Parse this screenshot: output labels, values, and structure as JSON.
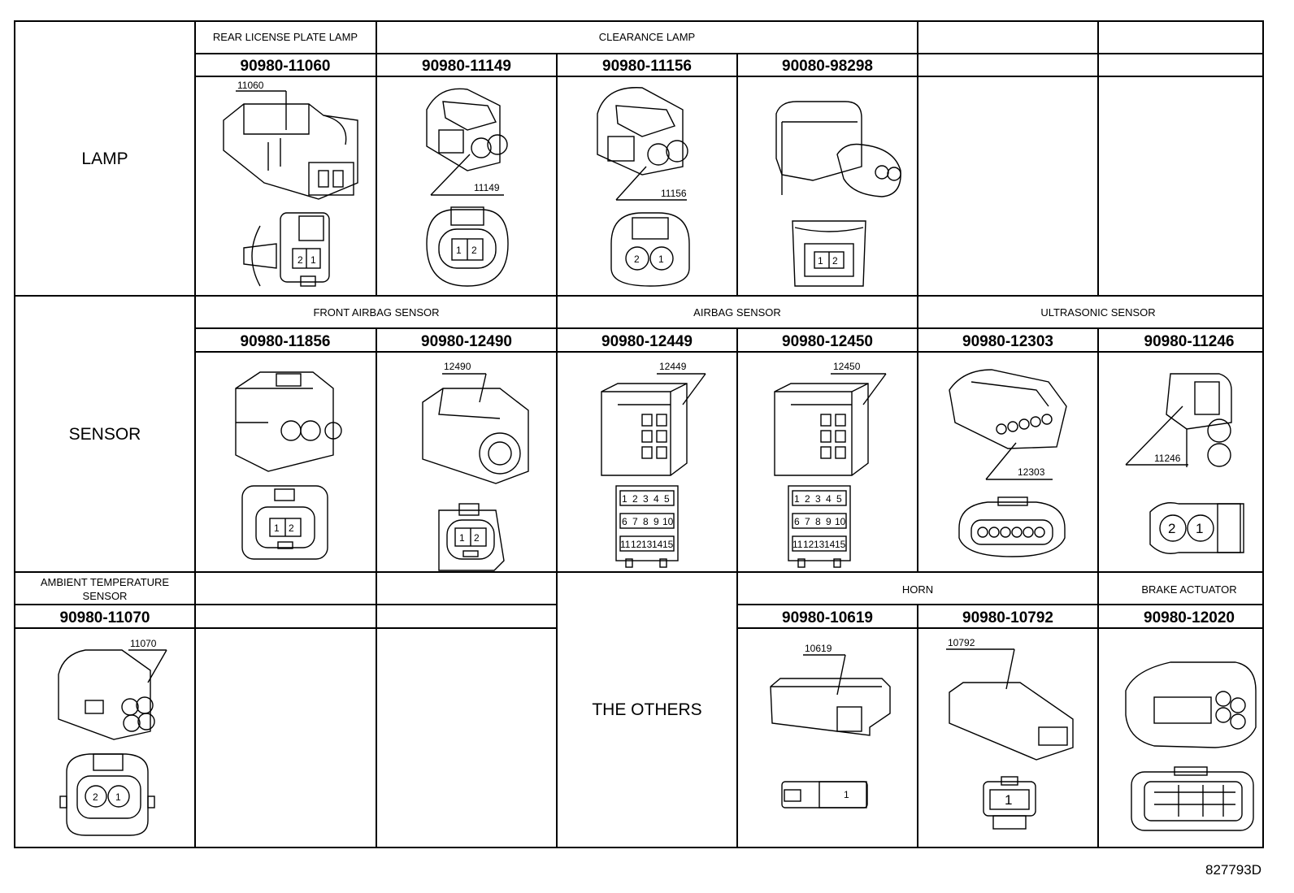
{
  "sections": {
    "lamp": "LAMP",
    "sensor": "SENSOR",
    "others": "THE OTHERS"
  },
  "headers": {
    "rear_license_plate_lamp": "REAR LICENSE PLATE LAMP",
    "clearance_lamp": "CLEARANCE LAMP",
    "front_airbag_sensor": "FRONT AIRBAG SENSOR",
    "airbag_sensor": "AIRBAG SENSOR",
    "ultrasonic_sensor": "ULTRASONIC SENSOR",
    "ambient_temperature_sensor_line1": "AMBIENT TEMPERATURE",
    "ambient_temperature_sensor_line2": "SENSOR",
    "horn": "HORN",
    "brake_actuator": "BRAKE ACTUATOR"
  },
  "part_numbers": {
    "p11060": "90980-11060",
    "p11149": "90980-11149",
    "p11156": "90980-11156",
    "p98298": "90080-98298",
    "p11856": "90980-11856",
    "p12490": "90980-12490",
    "p12449": "90980-12449",
    "p12450": "90980-12450",
    "p12303": "90980-12303",
    "p11246": "90980-11246",
    "p11070": "90980-11070",
    "p10619": "90980-10619",
    "p10792": "90980-10792",
    "p12020": "90980-12020"
  },
  "callouts": {
    "c11060": "11060",
    "c11149": "11149",
    "c11156": "11156",
    "c12490": "12490",
    "c12449": "12449",
    "c12450": "12450",
    "c12303": "12303",
    "c11246": "11246",
    "c11070": "11070",
    "c10619": "10619",
    "c10792": "10792"
  },
  "pins": {
    "lpl": [
      "2",
      "1"
    ],
    "cl1": [
      "1",
      "2"
    ],
    "cl2": [
      "2",
      "1"
    ],
    "cl3": [
      "1",
      "2"
    ],
    "fas1": [
      "1",
      "2"
    ],
    "fas2": [
      "1",
      "2"
    ],
    "grid_row1": [
      "1",
      "2",
      "3",
      "4",
      "5"
    ],
    "grid_row2": [
      "6",
      "7",
      "8",
      "9",
      "10"
    ],
    "grid_row3": [
      "11",
      "12",
      "13",
      "14",
      "15"
    ],
    "us": [
      "2",
      "1"
    ],
    "amb": [
      "2",
      "1"
    ],
    "horn1": "1",
    "horn2": "1"
  },
  "figure_code": "827793D"
}
